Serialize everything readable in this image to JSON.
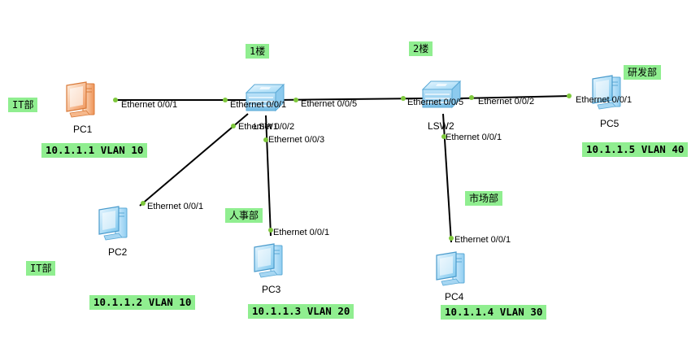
{
  "labels": {
    "floor1": "1楼",
    "floor2": "2楼",
    "it_top": "IT部",
    "it_bottom": "IT部",
    "hr": "人事部",
    "market": "市场部",
    "rd": "研发部"
  },
  "devices": {
    "pc1": {
      "name": "PC1",
      "icon": "pc-icon-active"
    },
    "pc2": {
      "name": "PC2",
      "icon": "pc-icon"
    },
    "pc3": {
      "name": "PC3",
      "icon": "pc-icon"
    },
    "pc4": {
      "name": "PC4",
      "icon": "pc-icon"
    },
    "pc5": {
      "name": "PC5",
      "icon": "pc-icon"
    },
    "lsw1": {
      "name": "",
      "icon": "switch-icon"
    },
    "lsw2": {
      "name": "LSW2",
      "icon": "switch-icon"
    }
  },
  "addresses": {
    "pc1": "10.1.1.1 VLAN 10",
    "pc2": "10.1.1.2 VLAN 10",
    "pc3": "10.1.1.3 VLAN 20",
    "pc4": "10.1.1.4 VLAN 30",
    "pc5": "10.1.1.5 VLAN 40"
  },
  "ports": {
    "pc1_e01": "Ethernet 0/0/1",
    "sw1_e01": "Ethernet 0/0/1",
    "sw1_e05": "Ethernet 0/0/5",
    "sw1_e02": "Ethernet 0/0/2",
    "sw1_lsw": "LSW1",
    "sw1_e03": "Ethernet 0/0/3",
    "pc2_e01": "Ethernet 0/0/1",
    "pc3_e01": "Ethernet 0/0/1",
    "sw2_e05": "Ethernet 0/0/5",
    "sw2_e02": "Ethernet 0/0/2",
    "sw2_e01": "Ethernet 0/0/1",
    "pc4_e01": "Ethernet 0/0/1",
    "pc5_e01": "Ethernet 0/0/1"
  },
  "colors": {
    "note_bg": "#90ee90",
    "link": "#000000",
    "port_dot": "#7ec83c",
    "device_blue": "#bfe3f8",
    "pc1_orange": "#f3a36b"
  }
}
